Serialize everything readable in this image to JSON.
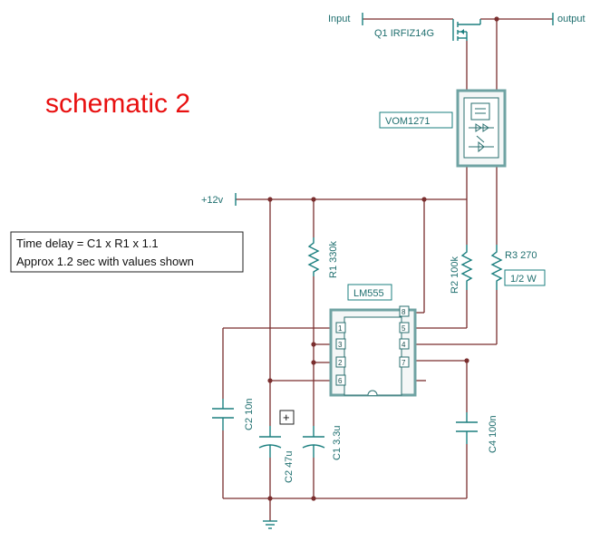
{
  "title": "schematic 2",
  "note": {
    "line1": "Time delay = C1 x R1 x 1.1",
    "line2": "Approx 1.2 sec with values shown"
  },
  "ports": {
    "input": "Input",
    "output": "output",
    "supply": "+12v"
  },
  "components": {
    "q1": "Q1 IRFIZ14G",
    "relay": "VOM1271",
    "ic": "LM555",
    "r1": "R1 330k",
    "r2": "R2 100k",
    "r3": "R3 270",
    "r3_power": "1/2 W",
    "c1": "C1 3.3u",
    "c2a": "C2 10n",
    "c2b": "C2 47u",
    "c4": "C4 100n",
    "polarity": "+"
  },
  "ic_pins": {
    "left": [
      "1",
      "3",
      "2",
      "6"
    ],
    "right": [
      "8",
      "5",
      "4",
      "7"
    ]
  },
  "colors": {
    "wire": "#7a2e2e",
    "component": "#1b7f7f",
    "title": "#e81010"
  }
}
